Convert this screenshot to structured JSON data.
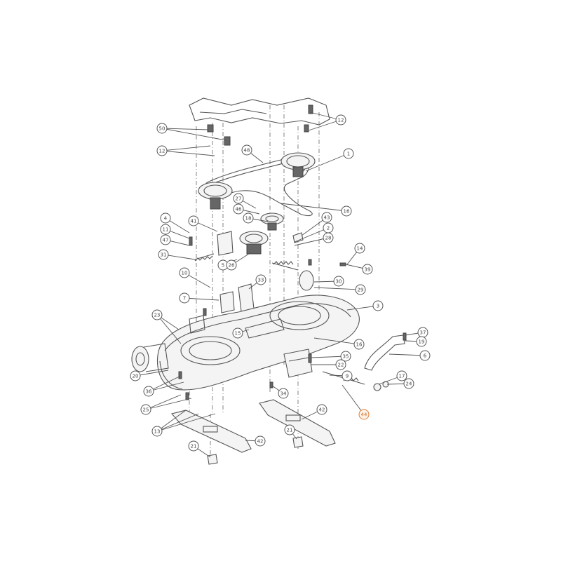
{
  "callouts": [
    {
      "id": "c50",
      "label": "50"
    },
    {
      "id": "c12a",
      "label": "12"
    },
    {
      "id": "c12b",
      "label": "12"
    },
    {
      "id": "c48",
      "label": "48"
    },
    {
      "id": "c1",
      "label": "1"
    },
    {
      "id": "c16a",
      "label": "16"
    },
    {
      "id": "c27",
      "label": "27"
    },
    {
      "id": "c46",
      "label": "46"
    },
    {
      "id": "c18",
      "label": "18"
    },
    {
      "id": "c4",
      "label": "4"
    },
    {
      "id": "c41",
      "label": "41"
    },
    {
      "id": "c11",
      "label": "11"
    },
    {
      "id": "c47",
      "label": "47"
    },
    {
      "id": "c31",
      "label": "31"
    },
    {
      "id": "c43",
      "label": "43"
    },
    {
      "id": "c2",
      "label": "2"
    },
    {
      "id": "c28",
      "label": "28"
    },
    {
      "id": "c14",
      "label": "14"
    },
    {
      "id": "c5",
      "label": "5"
    },
    {
      "id": "c26",
      "label": "26"
    },
    {
      "id": "c39",
      "label": "39"
    },
    {
      "id": "c10",
      "label": "10"
    },
    {
      "id": "c33",
      "label": "33"
    },
    {
      "id": "c30",
      "label": "30"
    },
    {
      "id": "c29",
      "label": "29"
    },
    {
      "id": "c7",
      "label": "7"
    },
    {
      "id": "c3",
      "label": "3"
    },
    {
      "id": "c23",
      "label": "23"
    },
    {
      "id": "c15",
      "label": "15"
    },
    {
      "id": "c16b",
      "label": "16"
    },
    {
      "id": "c37",
      "label": "37"
    },
    {
      "id": "c19",
      "label": "19"
    },
    {
      "id": "c6",
      "label": "6"
    },
    {
      "id": "c35",
      "label": "35"
    },
    {
      "id": "c22",
      "label": "22"
    },
    {
      "id": "c9",
      "label": "9"
    },
    {
      "id": "c17",
      "label": "17"
    },
    {
      "id": "c24",
      "label": "24"
    },
    {
      "id": "c20",
      "label": "20"
    },
    {
      "id": "c36",
      "label": "36"
    },
    {
      "id": "c34",
      "label": "34"
    },
    {
      "id": "c25",
      "label": "25"
    },
    {
      "id": "c13",
      "label": "13"
    },
    {
      "id": "c42a",
      "label": "42"
    },
    {
      "id": "c42b",
      "label": "42"
    },
    {
      "id": "c21a",
      "label": "21"
    },
    {
      "id": "c21b",
      "label": "21"
    },
    {
      "id": "c44",
      "label": "44"
    }
  ],
  "highlight_color": "#e07830"
}
